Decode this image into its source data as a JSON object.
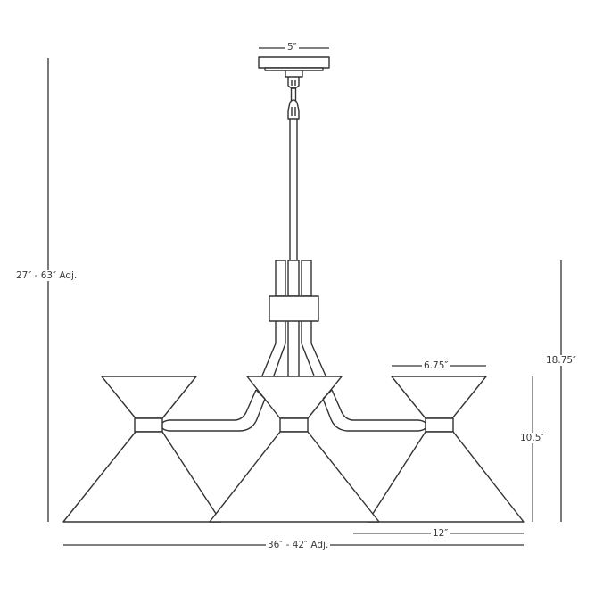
{
  "drawing": {
    "subject": "Three-light chandelier dimension drawing",
    "line_color": "#333333",
    "dim_line_color": "#8a8a8a",
    "dim_dark_color": "#222222"
  },
  "dimensions": {
    "canopy_width": "5″",
    "overall_height": "27″ - 63″ Adj.",
    "body_height": "18.75″",
    "shade_top_width": "6.75″",
    "shade_height": "10.5″",
    "shade_bottom_width": "12″",
    "overall_width": "36″ - 42″ Adj."
  }
}
